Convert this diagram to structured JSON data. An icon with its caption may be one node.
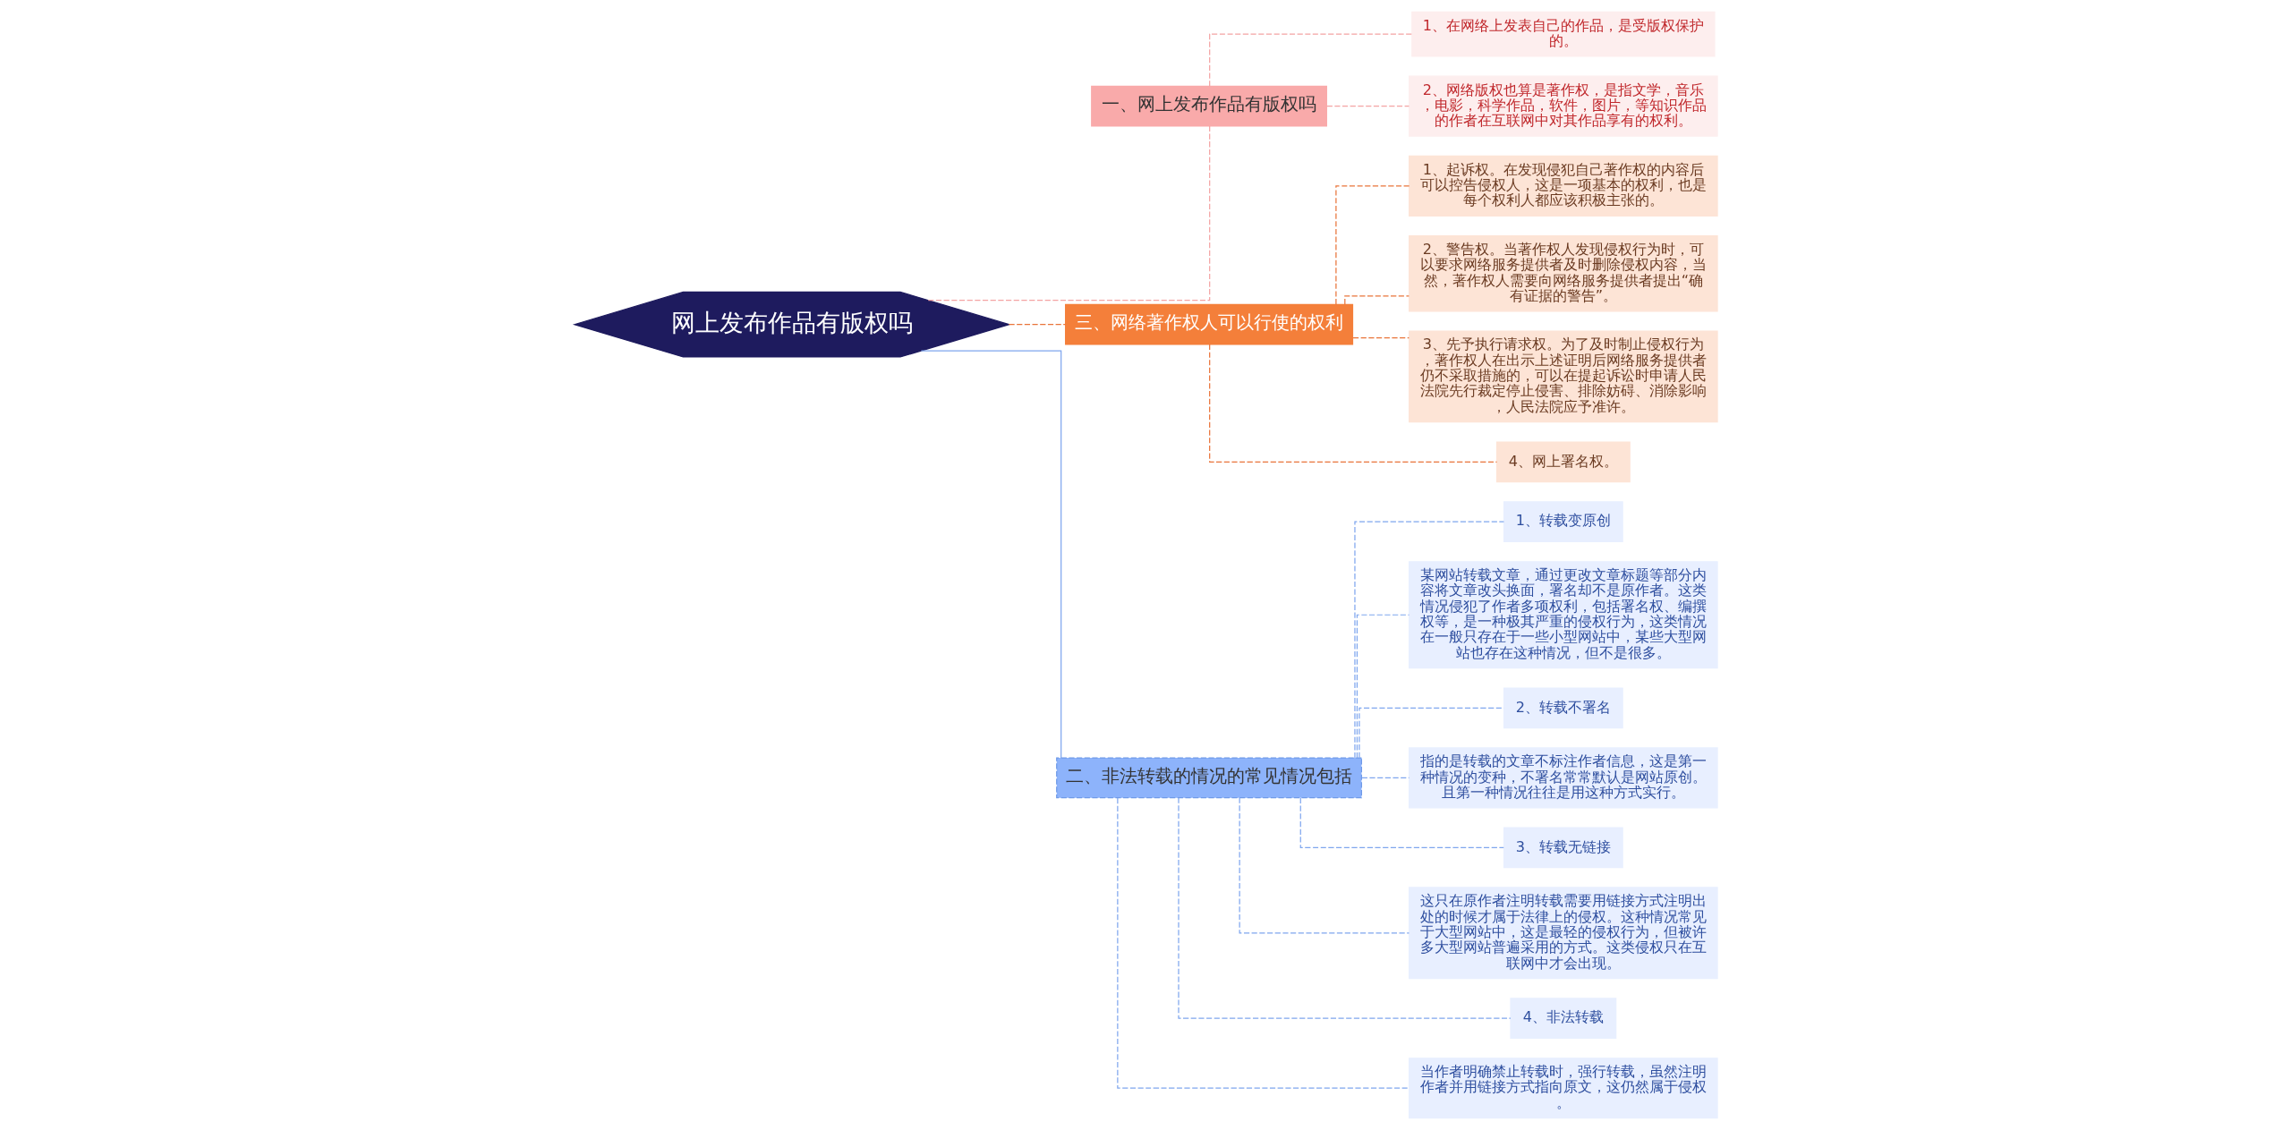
{
  "diagram": {
    "nodes": [
      {
        "text": [
          "网上发布作品有版权吗"
        ]
      },
      {
        "text": [
          "一、网上发布作品有版权吗"
        ]
      },
      {
        "text": [
          "1、在网络上发表自己的作品，是受版权保护的。"
        ]
      },
      {
        "text": [
          "2、网络版权也算是著作权，是指文学，音乐，电影，科学作品，软件，图片，等知识作品的作者在互联网中对其作品享有的权利。"
        ]
      },
      {
        "text": [
          "三、网络著作权人可以行使的权利"
        ]
      },
      {
        "text": [
          "1、起诉权。在发现侵犯自己著作权的内容后可以控告侵权人，这是一项基本的权利，也是每个权利人都应该积极主张的。"
        ]
      },
      {
        "text": [
          "2、警告权。当著作权人发现侵权行为时，可以要求网络服务提供者及时删除侵权内容，当然，著作权人需要向网络服务提供者提出“确有证据的警告”。"
        ]
      },
      {
        "text": [
          "3、先予执行请求权。为了及时制止侵权行为，著作权人在出示上述证明后网络服务提供者仍不采取措施的，可以在提起诉讼时申请人民法院先行裁定停止侵害、排除妨碍、消除影响，人民法院应予准许。"
        ]
      },
      {
        "text": [
          "4、网上署名权。"
        ]
      },
      {
        "text": [
          "二、非法转载的情况的常见情况包括"
        ]
      },
      {
        "text": [
          "1、转载变原创"
        ]
      },
      {
        "text": [
          "某网站转载文章，通过更改文章标题等部分内容将文章改头换面，署名却不是原作者。这类情况侵犯了作者多项权利，包括署名权、编撰权等，是一种极其严重的侵权行为，这类情况在一般只存在于一些小型网站中，某些大型网站也存在这种情况，但不是很多。"
        ]
      },
      {
        "text": [
          "2、转载不署名"
        ]
      },
      {
        "text": [
          "指的是转载的文章不标注作者信息，这是第一种情况的变种，不署名常常默认是网站原创。且第一种情况往往是用这种方式实行。"
        ]
      },
      {
        "text": [
          "3、转载无链接"
        ]
      },
      {
        "text": [
          "这只在原作者注明转载需要用链接方式注明出处的时候才属于法律上的侵权。这种情况常见于大型网站中，这是最轻的侵权行为，但被许多大型网站普遍采用的方式。这类侵权只在互联网中才会出现。"
        ]
      },
      {
        "text": [
          "4、非法转载"
        ]
      },
      {
        "text": [
          "当作者明确禁止转载时，强行转载，虽然注明作者并用链接方式指向原文，这仍然属于侵权。"
        ]
      }
    ],
    "edges": [
      {
        "from": 0,
        "to": 1,
        "arrow": "none",
        "style": "dashed",
        "color": "#f4a3a3"
      },
      {
        "from": 1,
        "to": 2,
        "arrow": "none",
        "style": "dashed",
        "color": "#f4a3a3"
      },
      {
        "from": 1,
        "to": 3,
        "arrow": "none",
        "style": "dashed",
        "color": "#f4a3a3"
      },
      {
        "from": 0,
        "to": 4,
        "arrow": "none",
        "style": "dashed",
        "color": "#e9743a"
      },
      {
        "from": 4,
        "to": 5,
        "arrow": "none",
        "style": "dashed",
        "color": "#e9743a"
      },
      {
        "from": 4,
        "to": 6,
        "arrow": "none",
        "style": "dashed",
        "color": "#e9743a"
      },
      {
        "from": 4,
        "to": 7,
        "arrow": "none",
        "style": "dashed",
        "color": "#e9743a"
      },
      {
        "from": 4,
        "to": 8,
        "arrow": "none",
        "style": "dashed",
        "color": "#e9743a"
      },
      {
        "from": 0,
        "to": 9,
        "arrow": "none"
      },
      {
        "from": 9,
        "to": 10,
        "arrow": "none",
        "style": "dashed"
      },
      {
        "from": 9,
        "to": 11,
        "arrow": "none",
        "style": "dashed"
      },
      {
        "from": 9,
        "to": 12,
        "arrow": "none",
        "style": "dashed"
      },
      {
        "from": 9,
        "to": 13,
        "arrow": "none",
        "style": "dashed"
      },
      {
        "from": 9,
        "to": 14,
        "arrow": "none",
        "style": "dashed"
      },
      {
        "from": 9,
        "to": 15,
        "arrow": "none",
        "style": "dashed"
      },
      {
        "from": 9,
        "to": 16,
        "arrow": "none",
        "style": "dashed"
      },
      {
        "from": 9,
        "to": 17,
        "arrow": "none",
        "style": "dashed"
      }
    ]
  }
}
